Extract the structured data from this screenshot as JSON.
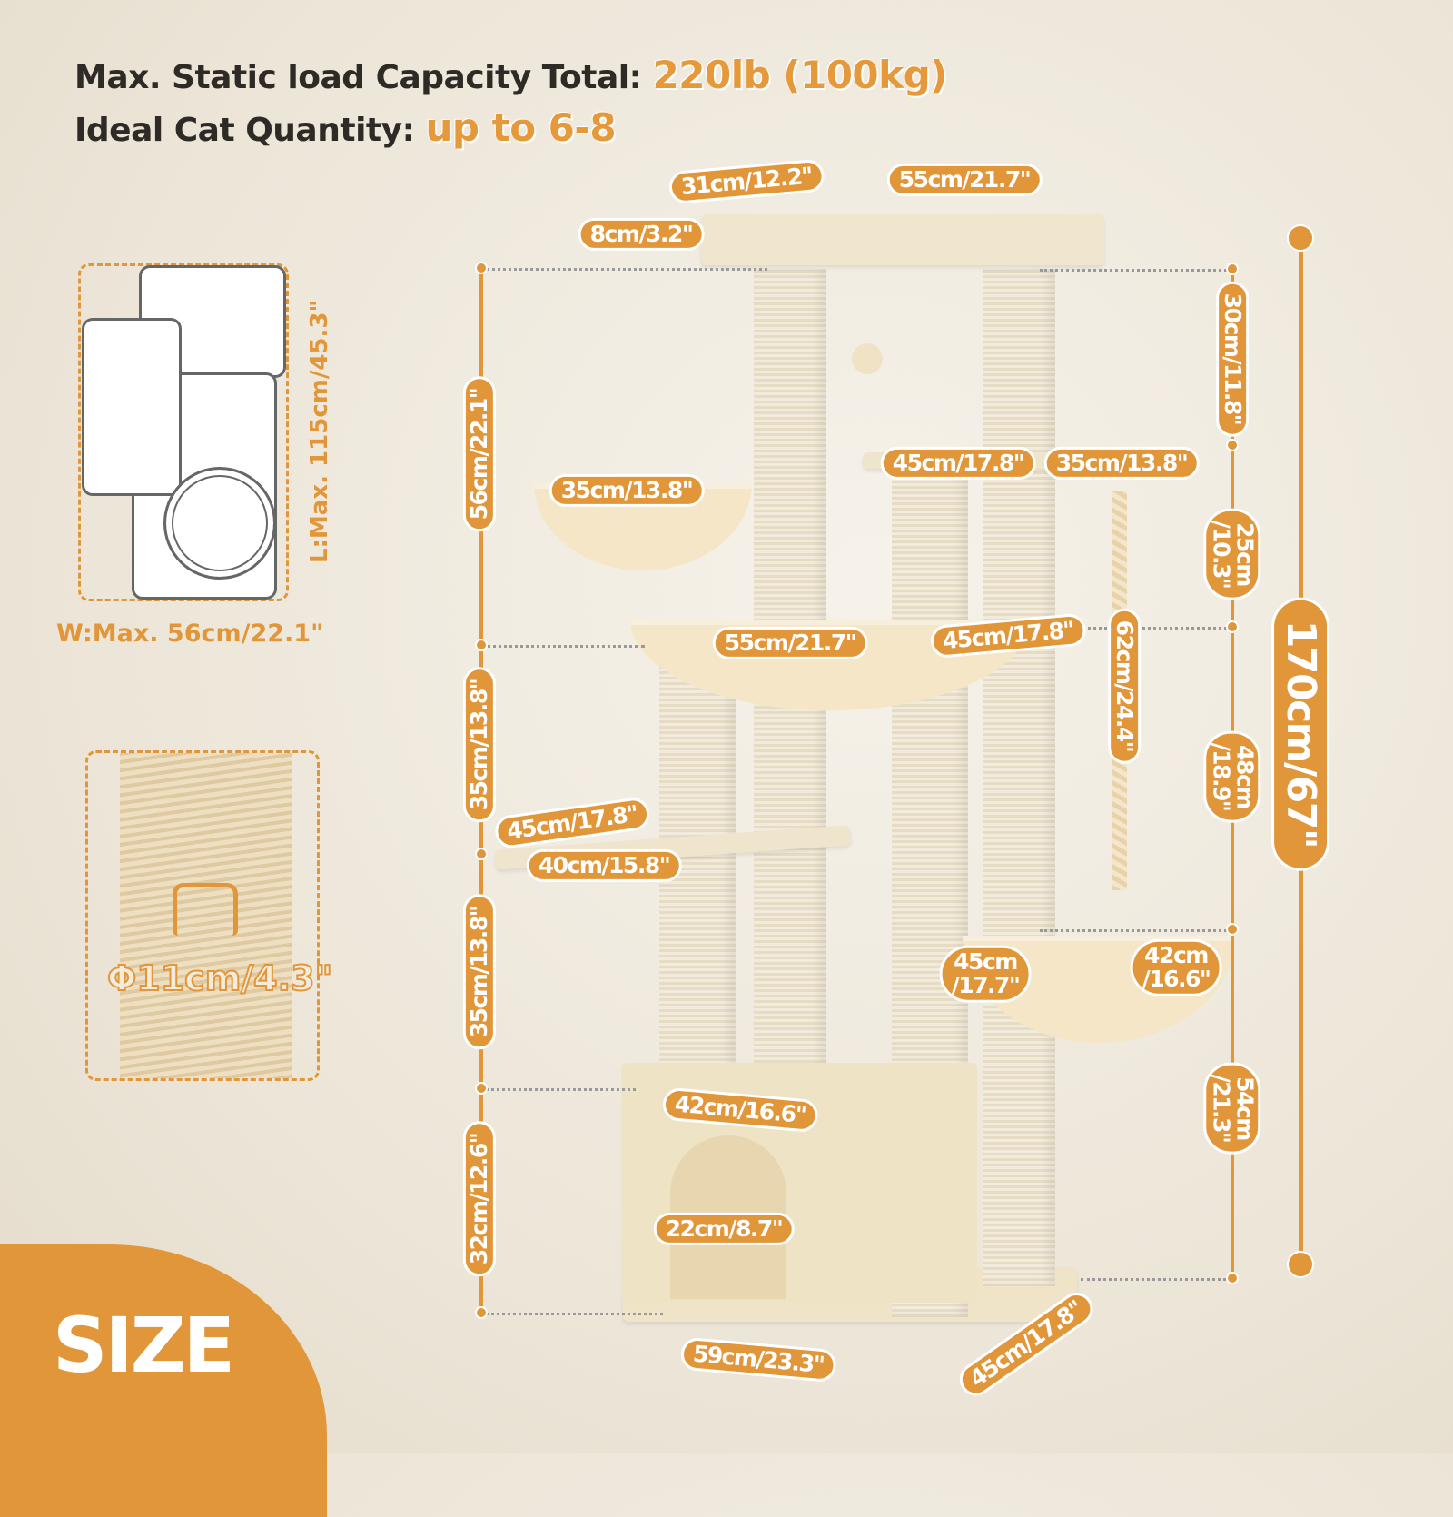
{
  "header": {
    "capacity_label": "Max. Static load Capacity Total:",
    "capacity_value": "220lb (100kg)",
    "cats_label": "Ideal Cat Quantity:",
    "cats_value": "up to 6-8"
  },
  "package": {
    "length": "L:Max. 115cm/45.3\"",
    "width": "W:Max. 56cm/22.1\""
  },
  "sisal": {
    "diameter": "Φ11cm/4.3\""
  },
  "badge": {
    "text": "SIZE"
  },
  "dimensions": {
    "top_depth": "31cm/12.2\"",
    "top_width": "55cm/21.7\"",
    "top_thick": "8cm/3.2\"",
    "top_gap": "30cm/11.8\"",
    "upper_left": "56cm/22.1\"",
    "hammock_left": "35cm/13.8\"",
    "platform_mid_w": "45cm/17.8\"",
    "platform_mid_d": "35cm/13.8\"",
    "gap_25": "25cm\n/10.3\"",
    "basket_w": "55cm/21.7\"",
    "basket_d": "45cm/17.8\"",
    "rope": "62cm/24.4\"",
    "gap_48": "48cm\n/18.9\"",
    "mid_left": "35cm/13.8\"",
    "step_w": "45cm/17.8\"",
    "step_d": "40cm/15.8\"",
    "low_left": "35cm/13.8\"",
    "hammock_low_w": "45cm\n/17.7\"",
    "hammock_low_d": "42cm\n/16.6\"",
    "gap_54": "54cm\n/21.3\"",
    "condo_top": "42cm/16.6\"",
    "base_left": "32cm/12.6\"",
    "door": "22cm/8.7\"",
    "base_w": "59cm/23.3\"",
    "base_d": "45cm/17.8\"",
    "total_height": "170cm/67\""
  },
  "colors": {
    "accent": "#e2963a",
    "text": "#2e2a26"
  }
}
